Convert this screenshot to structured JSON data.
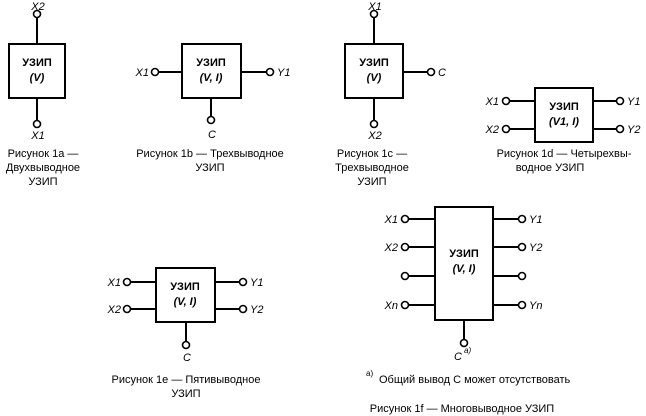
{
  "figures": {
    "fig_1a": {
      "box_title": "УЗИП",
      "box_sub": "(V)",
      "top": "X2",
      "bottom": "X1",
      "caption": [
        "Рисунок 1a —",
        "Двухвыводное",
        "УЗИП"
      ]
    },
    "fig_1b": {
      "box_title": "УЗИП",
      "box_sub": "(V, I)",
      "left": "X1",
      "right": "Y1",
      "bottom": "C",
      "caption": [
        "Рисунок 1b — Трехвыводное",
        "УЗИП"
      ]
    },
    "fig_1c": {
      "box_title": "УЗИП",
      "box_sub": "(V)",
      "top": "X1",
      "right": "C",
      "bottom": "X2",
      "caption": [
        "Рисунок 1c —",
        "Трехвыводное",
        "УЗИП"
      ]
    },
    "fig_1d": {
      "box_title": "УЗИП",
      "box_sub": "(V1, I)",
      "left": [
        "X1",
        "X2"
      ],
      "right": [
        "Y1",
        "Y2"
      ],
      "caption": [
        "Рисунок 1d — Четырехвы-",
        "водное УЗИП"
      ]
    },
    "fig_1e": {
      "box_title": "УЗИП",
      "box_sub": "(V, I)",
      "left": [
        "X1",
        "X2"
      ],
      "right": [
        "Y1",
        "Y2"
      ],
      "bottom": "C",
      "caption": [
        "Рисунок 1e — Пятивыводное",
        "УЗИП"
      ]
    },
    "fig_1f": {
      "box_title": "УЗИП",
      "box_sub": "(V, I)",
      "left": [
        "X1",
        "X2",
        "",
        "Xn"
      ],
      "right": [
        "Y1",
        "Y2",
        "",
        "Yn"
      ],
      "bottom": "C",
      "bottom_sup": "a)",
      "footnote_mark": "a)",
      "footnote": "Общий вывод С может отсутствовать",
      "caption": [
        "Рисунок 1f — Многовыводное УЗИП"
      ]
    }
  }
}
